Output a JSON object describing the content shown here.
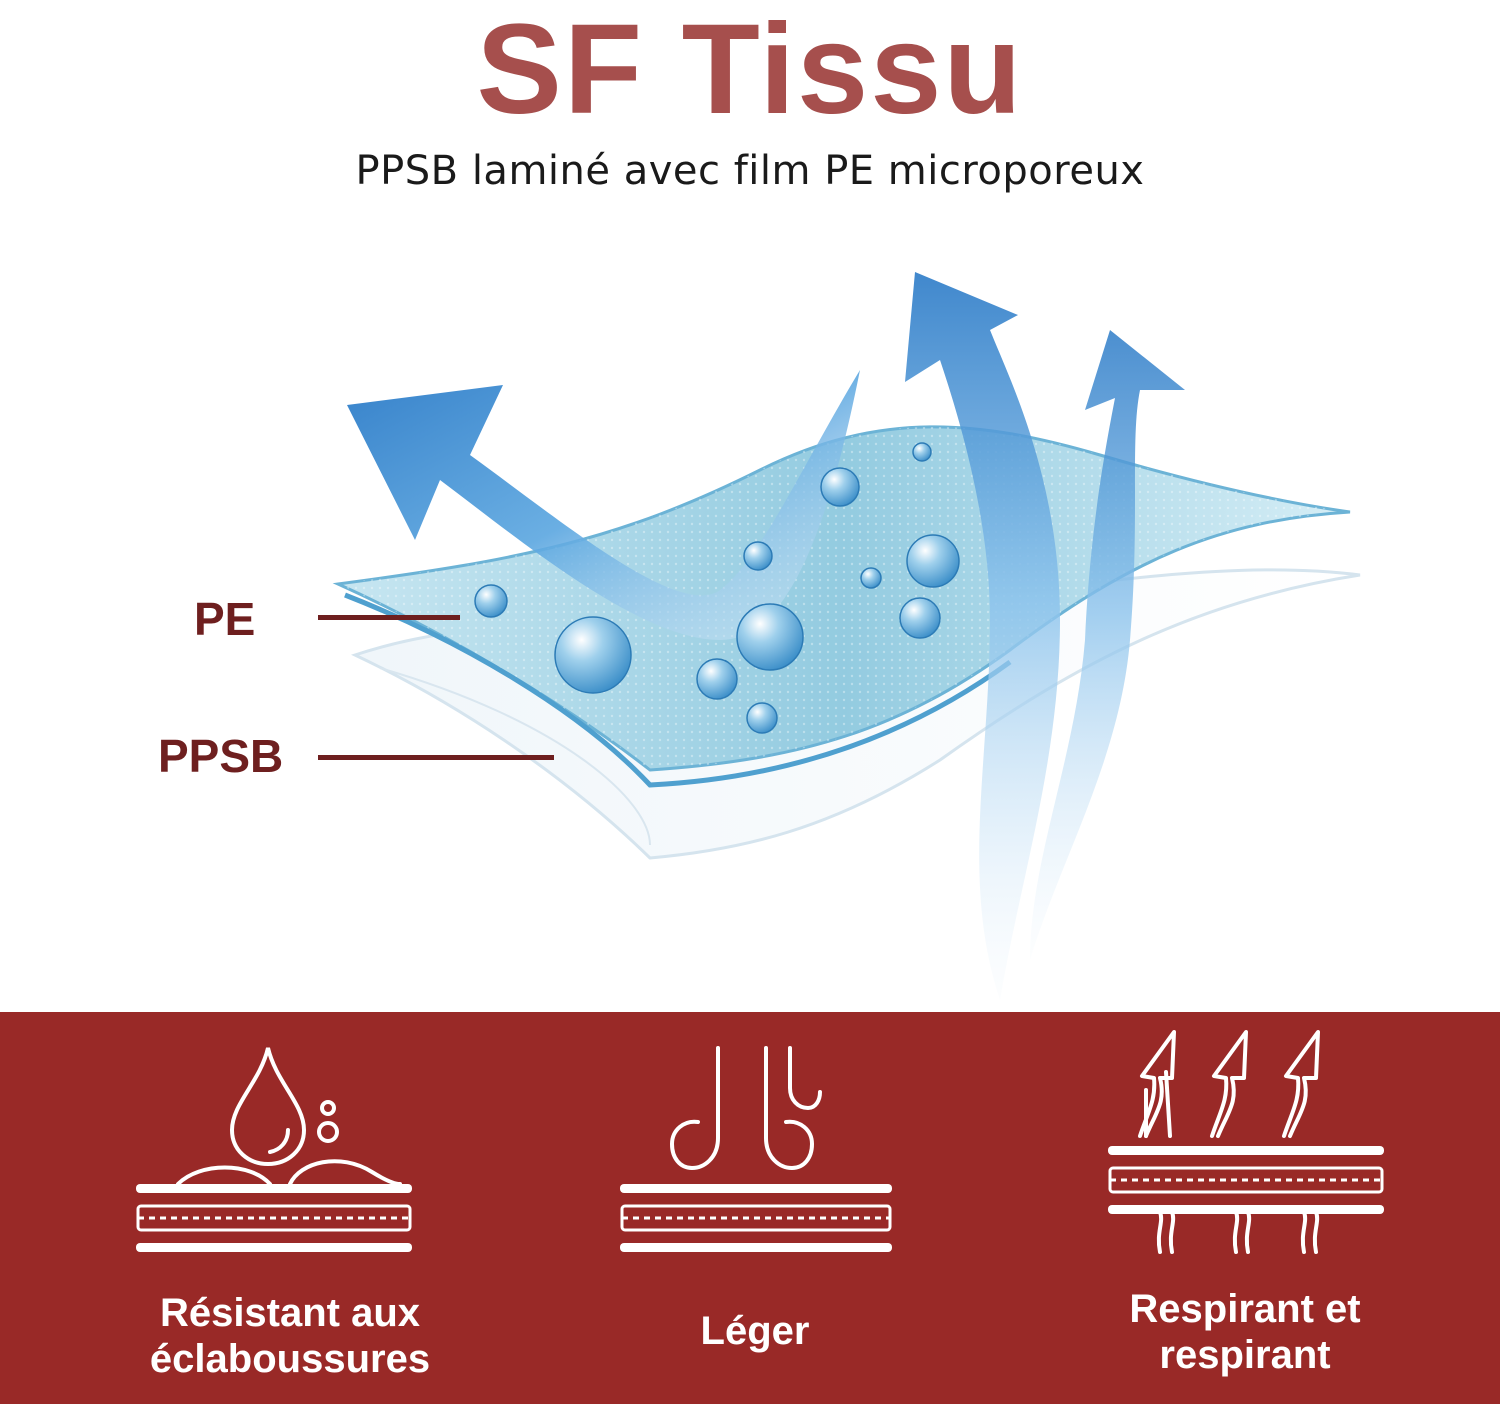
{
  "header": {
    "title": "SF Tissu",
    "subtitle": "PPSB laminé avec film PE microporeux"
  },
  "layers": [
    {
      "label": "PE"
    },
    {
      "label": "PPSB"
    }
  ],
  "features": [
    {
      "icon": "water-drop-splash-icon",
      "label_line1": "Résistant aux",
      "label_line2": "éclaboussures"
    },
    {
      "icon": "feather-light-icon",
      "label_line1": "Léger",
      "label_line2": ""
    },
    {
      "icon": "breathable-arrows-icon",
      "label_line1": "Respirant et",
      "label_line2": "respirant"
    }
  ],
  "colors": {
    "title": "#a64f4d",
    "band": "#992927",
    "label": "#6e1f1f",
    "arrow": "#2a7fc9",
    "fabric": "#9fd3e6"
  }
}
